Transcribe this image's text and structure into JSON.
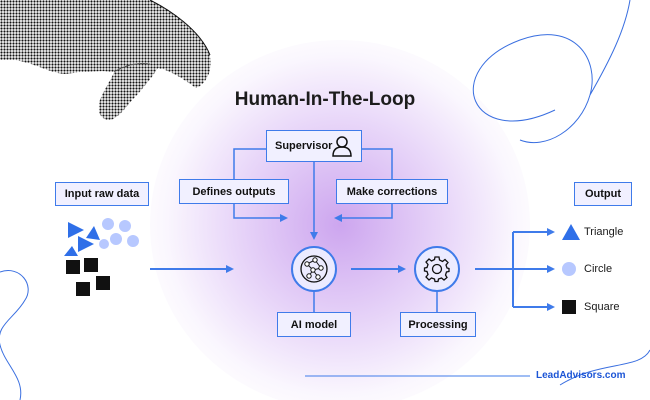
{
  "title": "Human-In-The-Loop",
  "nodes": {
    "supervisor": "Supervisor",
    "defines_outputs": "Defines outputs",
    "make_corrections": "Make corrections",
    "input": "Input raw data",
    "ai_model": "AI model",
    "processing": "Processing",
    "output": "Output"
  },
  "outputs": [
    "Triangle",
    "Circle",
    "Square"
  ],
  "brand": "LeadAdvisors.com",
  "colors": {
    "accent": "#3f7bea",
    "brand_text": "#1c55d6",
    "box_fill": "#f1f0ff",
    "glow": "#c496ec"
  },
  "icons": [
    "hand-illustration",
    "user-icon",
    "neural-network-icon",
    "gear-icon",
    "triangle-icon",
    "circle-icon",
    "square-icon"
  ]
}
